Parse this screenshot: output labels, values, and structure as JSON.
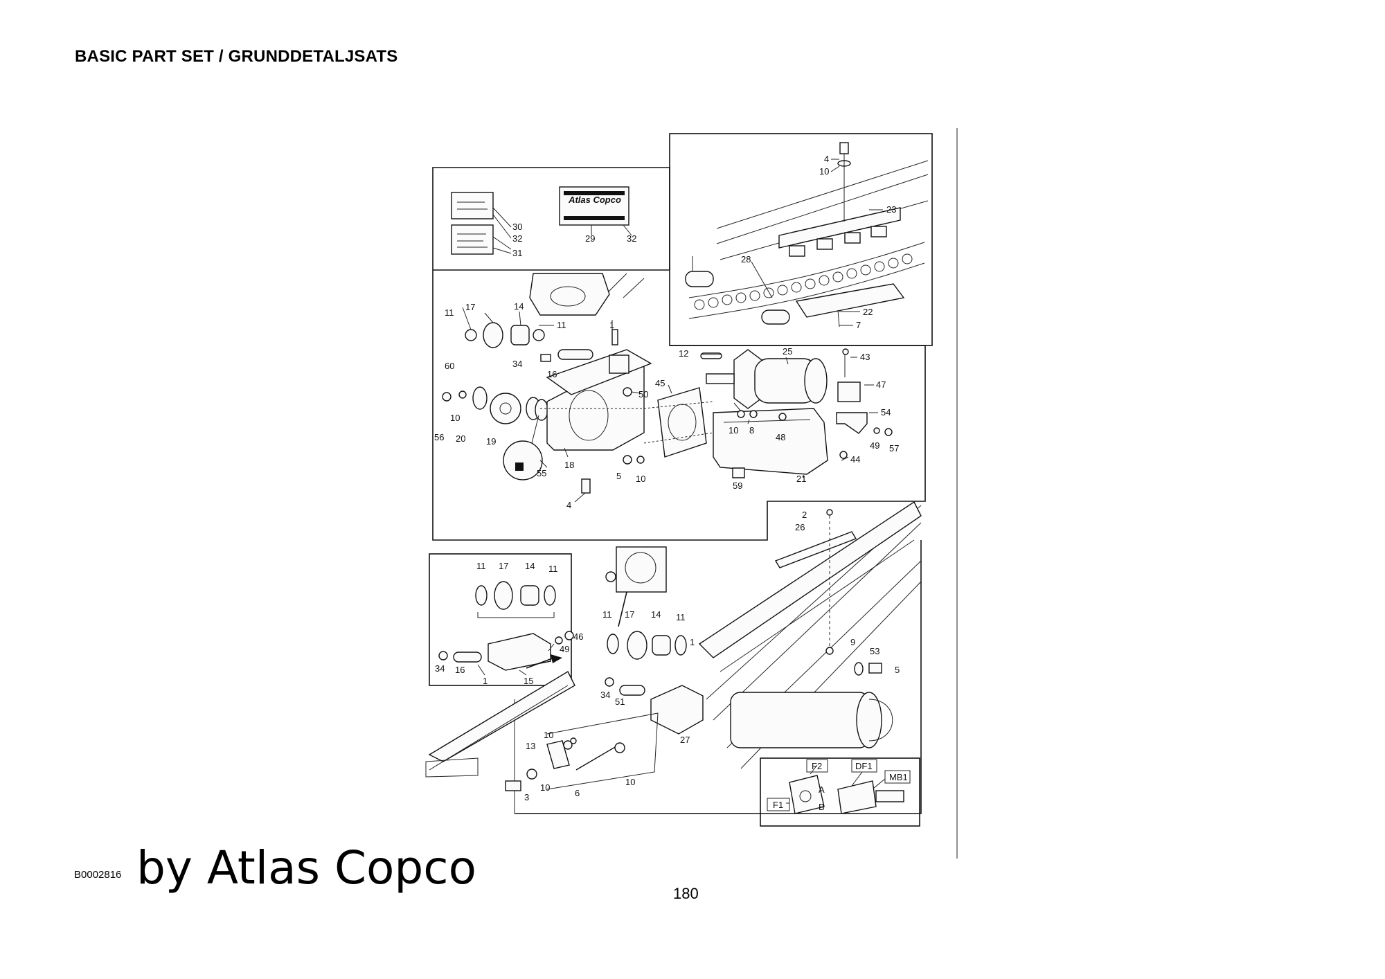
{
  "header": {
    "title": "BASIC PART SET / GRUNDDETALJSATS"
  },
  "footer": {
    "code": "B0002816",
    "byline": "by Atlas Copco",
    "page_number": "180"
  },
  "drawing": {
    "logo_text": "Atlas Copco",
    "callouts": {
      "labels": {
        "l30": "30",
        "l32a": "32",
        "l31": "31",
        "l29": "29",
        "l32b": "32",
        "t4": "4",
        "t10": "10",
        "t23": "23",
        "t28": "28",
        "t22": "22",
        "t7": "7",
        "a11": "11",
        "a17": "17",
        "a14": "14",
        "a11b": "11",
        "a1": "1",
        "a34": "34",
        "a16": "16",
        "a60": "60",
        "a56": "56",
        "a10": "10",
        "a20": "20",
        "a19": "19",
        "a18": "18",
        "a55": "55",
        "a4": "4",
        "a50": "50",
        "a45": "45",
        "a12": "12",
        "a25": "25",
        "a43": "43",
        "a47": "47",
        "a54": "54",
        "a10b": "10",
        "a8": "8",
        "a48": "48",
        "a49": "49",
        "a57": "57",
        "a44": "44",
        "a5": "5",
        "a10c": "10",
        "a59": "59",
        "a21": "21",
        "b11": "11",
        "b17": "17",
        "b14": "14",
        "b11b": "11",
        "b46": "46",
        "b49": "49",
        "b34": "34",
        "b16": "16",
        "b1": "1",
        "b15": "15",
        "c2": "2",
        "c26": "26",
        "c9": "9",
        "c53": "53",
        "c5": "5",
        "d11": "11",
        "d17": "17",
        "d14": "14",
        "d11b": "11",
        "d1": "1",
        "d34": "34",
        "d51": "51",
        "d27": "27",
        "e10": "10",
        "e13": "13",
        "e3": "3",
        "e10b": "10",
        "e6": "6",
        "e10c": "10"
      },
      "boxes": {
        "f2": "F2",
        "df1": "DF1",
        "mb1": "MB1",
        "f1": "F1",
        "pa": "A",
        "pb": "B"
      }
    }
  }
}
